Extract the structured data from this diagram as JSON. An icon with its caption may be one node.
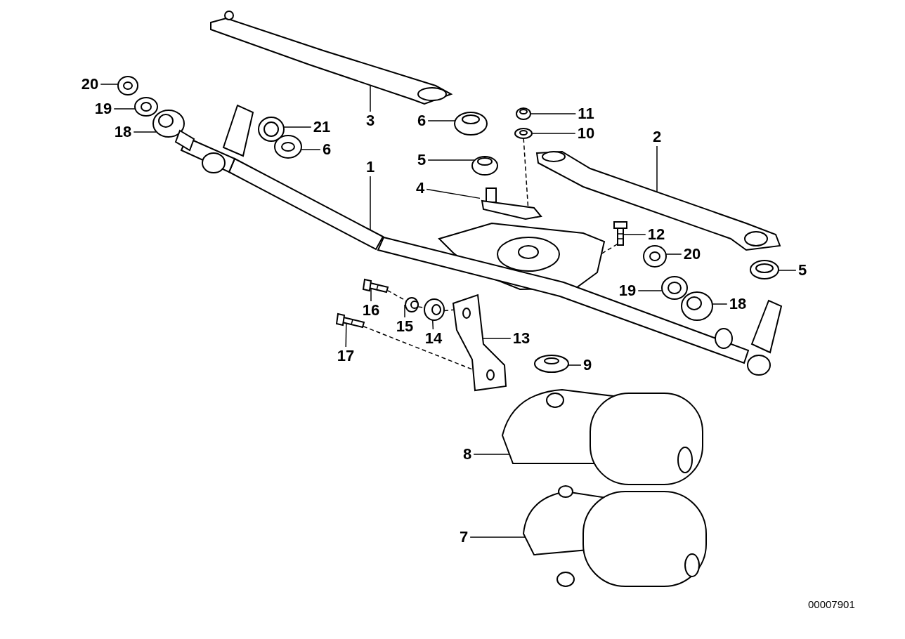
{
  "diagram": {
    "nodes": [
      {
        "text": [
          "20"
        ]
      },
      {
        "text": [
          "19"
        ]
      },
      {
        "text": [
          "3"
        ]
      },
      {
        "text": [
          "6"
        ]
      },
      {
        "text": [
          "11"
        ]
      },
      {
        "text": [
          "21"
        ]
      },
      {
        "text": [
          "18"
        ]
      },
      {
        "text": [
          "10"
        ]
      },
      {
        "text": [
          "2"
        ]
      },
      {
        "text": [
          "6"
        ]
      },
      {
        "text": [
          "5"
        ]
      },
      {
        "text": [
          "1"
        ]
      },
      {
        "text": [
          "4"
        ]
      },
      {
        "text": [
          "12"
        ]
      },
      {
        "text": [
          "20"
        ]
      },
      {
        "text": [
          "5"
        ]
      },
      {
        "text": [
          "19"
        ]
      },
      {
        "text": [
          "16"
        ]
      },
      {
        "text": [
          "18"
        ]
      },
      {
        "text": [
          "15"
        ]
      },
      {
        "text": [
          "14"
        ]
      },
      {
        "text": [
          "13"
        ]
      },
      {
        "text": [
          "17"
        ]
      },
      {
        "text": [
          "9"
        ]
      },
      {
        "text": [
          "8"
        ]
      },
      {
        "text": [
          "7"
        ]
      },
      {
        "text": [],
        "shape": "picture"
      },
      {
        "text": [],
        "shape": "picture"
      },
      {
        "text": [],
        "shape": "picture"
      },
      {
        "text": [],
        "shape": "picture"
      },
      {
        "text": [],
        "shape": "picture"
      },
      {
        "text": [],
        "shape": "picture"
      },
      {
        "text": [],
        "shape": "picture"
      },
      {
        "text": [],
        "shape": "picture"
      },
      {
        "text": [],
        "shape": "picture"
      },
      {
        "text": [],
        "shape": "picture"
      },
      {
        "text": [],
        "shape": "picture"
      },
      {
        "text": [],
        "shape": "picture"
      },
      {
        "text": [],
        "shape": "picture"
      },
      {
        "text": [],
        "shape": "picture"
      },
      {
        "text": [],
        "shape": "picture"
      },
      {
        "text": [],
        "shape": "picture"
      },
      {
        "text": [],
        "shape": "picture"
      },
      {
        "text": [],
        "shape": "picture"
      },
      {
        "text": [],
        "shape": "picture"
      },
      {
        "text": [],
        "shape": "picture"
      },
      {
        "text": [],
        "shape": "picture"
      },
      {
        "text": [],
        "shape": "picture"
      },
      {
        "text": [],
        "shape": "picture"
      },
      {
        "text": [],
        "shape": "picture"
      },
      {
        "text": [],
        "shape": "picture"
      },
      {
        "text": [],
        "shape": "picture"
      },
      {
        "text": [],
        "shape": "picture"
      }
    ],
    "edges": [
      {
        "from": 0,
        "to": 26,
        "arrow": "none"
      },
      {
        "from": 1,
        "to": 27,
        "arrow": "none"
      },
      {
        "from": 2,
        "to": 28,
        "arrow": "none"
      },
      {
        "from": 3,
        "to": 29,
        "arrow": "none"
      },
      {
        "from": 4,
        "to": 30,
        "arrow": "none"
      },
      {
        "from": 5,
        "to": 31,
        "arrow": "none"
      },
      {
        "from": 6,
        "to": 32,
        "arrow": "none"
      },
      {
        "from": 7,
        "to": 33,
        "arrow": "none"
      },
      {
        "from": 8,
        "to": 34,
        "arrow": "none"
      },
      {
        "from": 9,
        "to": 35,
        "arrow": "none"
      },
      {
        "from": 10,
        "to": 36,
        "arrow": "none"
      },
      {
        "from": 11,
        "to": 37,
        "arrow": "none"
      },
      {
        "from": 12,
        "to": 38,
        "arrow": "none"
      },
      {
        "from": 13,
        "to": 39,
        "arrow": "none"
      },
      {
        "from": 14,
        "to": 40,
        "arrow": "none"
      },
      {
        "from": 15,
        "to": 41,
        "arrow": "none"
      },
      {
        "from": 16,
        "to": 42,
        "arrow": "none"
      },
      {
        "from": 17,
        "to": 43,
        "arrow": "none"
      },
      {
        "from": 18,
        "to": 44,
        "arrow": "none"
      },
      {
        "from": 19,
        "to": 45,
        "arrow": "none"
      },
      {
        "from": 20,
        "to": 46,
        "arrow": "none"
      },
      {
        "from": 21,
        "to": 47,
        "arrow": "none"
      },
      {
        "from": 22,
        "to": 48,
        "arrow": "none"
      },
      {
        "from": 23,
        "to": 49,
        "arrow": "none"
      },
      {
        "from": 24,
        "to": 50,
        "arrow": "none"
      },
      {
        "from": 25,
        "to": 51,
        "arrow": "none"
      },
      {
        "from": 43,
        "to": 45,
        "arrow": "none",
        "style": "dashed"
      },
      {
        "from": 45,
        "to": 46,
        "arrow": "none",
        "style": "dashed"
      },
      {
        "from": 46,
        "to": 47,
        "arrow": "none",
        "style": "dashed"
      },
      {
        "from": 48,
        "to": 47,
        "arrow": "none",
        "style": "dashed"
      },
      {
        "from": 33,
        "to": 38,
        "arrow": "none",
        "style": "dashed"
      },
      {
        "from": 52,
        "to": 39,
        "arrow": "none",
        "style": "dashed"
      }
    ],
    "labels": [
      "00007901"
    ]
  }
}
